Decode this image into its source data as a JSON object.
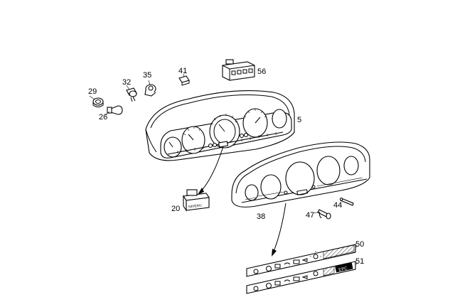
{
  "callouts": {
    "c29": "29",
    "c32": "32",
    "c35": "35",
    "c41": "41",
    "c56": "56",
    "c26": "26",
    "c5": "5",
    "c20": "20",
    "c38": "38",
    "c47": "47",
    "c44": "44",
    "c50": "50",
    "c51": "51"
  },
  "labels": {
    "switch_text": "NIVEAU",
    "strip_text": "EPC"
  }
}
